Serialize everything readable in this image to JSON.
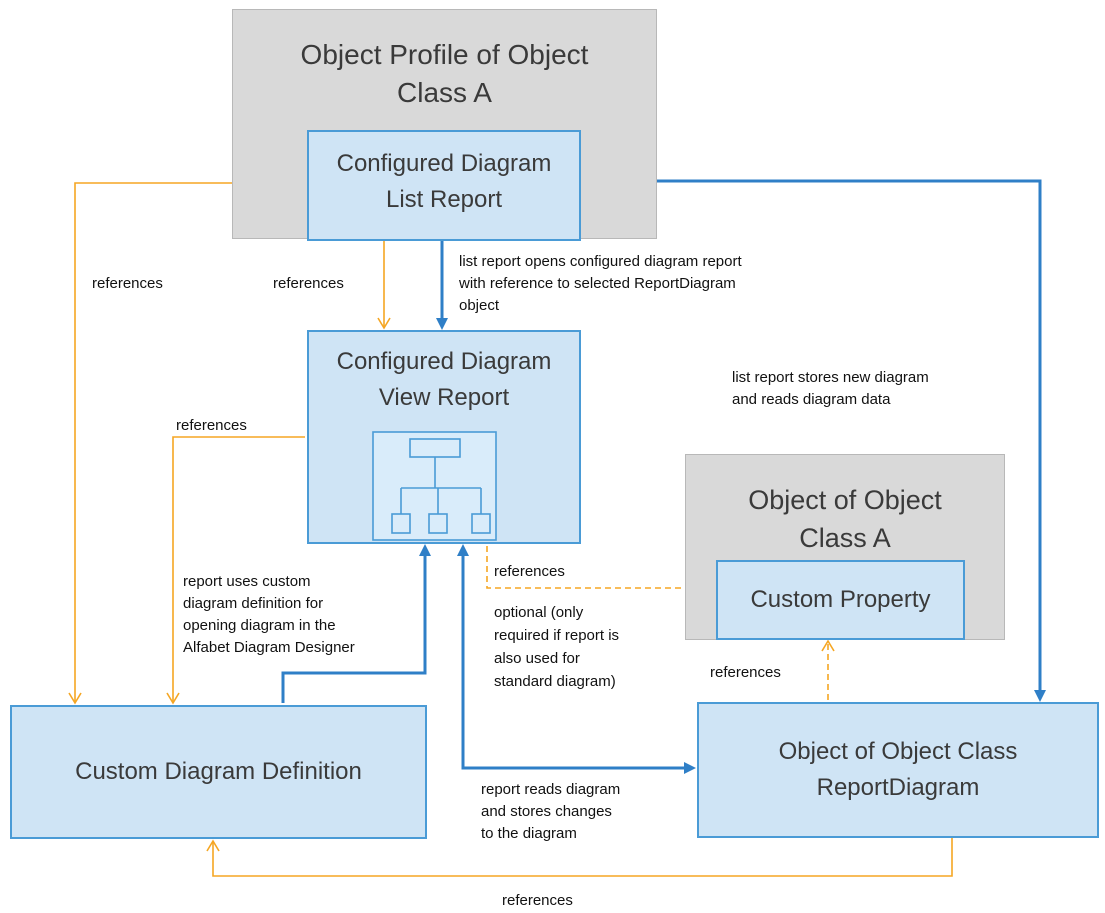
{
  "colors": {
    "orange": "#f5a623",
    "blue": "#2f7fc7",
    "box_border": "#4a9bd6",
    "box_fill": "#cfe4f5",
    "gray_fill": "#d9d9d9"
  },
  "boxes": {
    "object_profile": {
      "title": "Object Profile of Object Class A"
    },
    "list_report": {
      "title": "Configured Diagram List Report"
    },
    "view_report": {
      "title": "Configured Diagram View Report"
    },
    "object_a": {
      "title": "Object of Object Class A"
    },
    "custom_property": {
      "title": "Custom Property"
    },
    "custom_diagram_definition": {
      "title": "Custom Diagram Definition"
    },
    "report_diagram": {
      "title": "Object of Object Class ReportDiagram"
    }
  },
  "labels": {
    "ref_left": "references",
    "ref_mid": "references",
    "ref_view_left": "references",
    "ref_dashed": "references",
    "ref_custom_property": "references",
    "ref_bottom": "references",
    "list_opens": [
      "list report opens configured diagram report",
      "with reference to selected ReportDiagram",
      "object"
    ],
    "list_stores": [
      "list report stores  new diagram",
      "and reads diagram data"
    ],
    "uses_custom": [
      "report uses custom",
      "diagram definition for",
      "opening diagram in the",
      "Alfabet Diagram Designer"
    ],
    "optional": [
      "optional (only",
      "required if report is",
      "also used for",
      "standard diagram)"
    ],
    "reads_diagram": [
      "report reads diagram",
      "and stores  changes",
      "to the diagram"
    ]
  }
}
